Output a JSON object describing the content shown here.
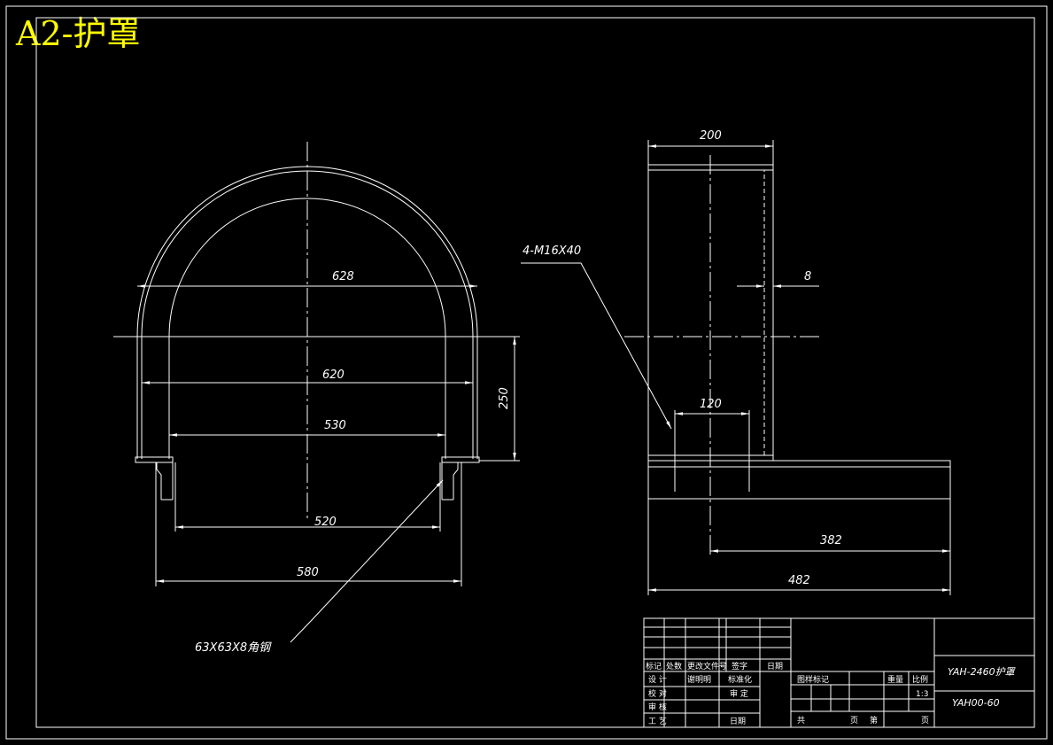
{
  "sheet": {
    "title": "A2-护罩"
  },
  "front_view": {
    "dimensions": {
      "d628": "628",
      "d620": "620",
      "d530": "530",
      "d520": "520",
      "d580": "580",
      "d250": "250"
    },
    "callout_angle_steel": "63X63X8角钢"
  },
  "side_view": {
    "dimensions": {
      "d200": "200",
      "d8": "8",
      "d120": "120",
      "d382": "382",
      "d482": "482"
    },
    "callout_bolts": "4-M16X40"
  },
  "title_block": {
    "col_labels": [
      "标记",
      "处数",
      "更改文件号",
      "签字",
      "日期"
    ],
    "row_design": [
      "设 计",
      "谢明明",
      "标准化"
    ],
    "row_check": [
      "校 对",
      "审 定"
    ],
    "row_review": [
      "审 核"
    ],
    "row_process": [
      "工 艺",
      "日期"
    ],
    "stage_mark": "图样标记",
    "weight": "重量",
    "ratio": "比例",
    "scale": "1:3",
    "sheets_total": "共",
    "sheets_page": "页",
    "sheet_num": "第",
    "sheet_page2": "页",
    "part_name": "YAH-2460护罩",
    "drawing_number": "YAH00-60"
  }
}
